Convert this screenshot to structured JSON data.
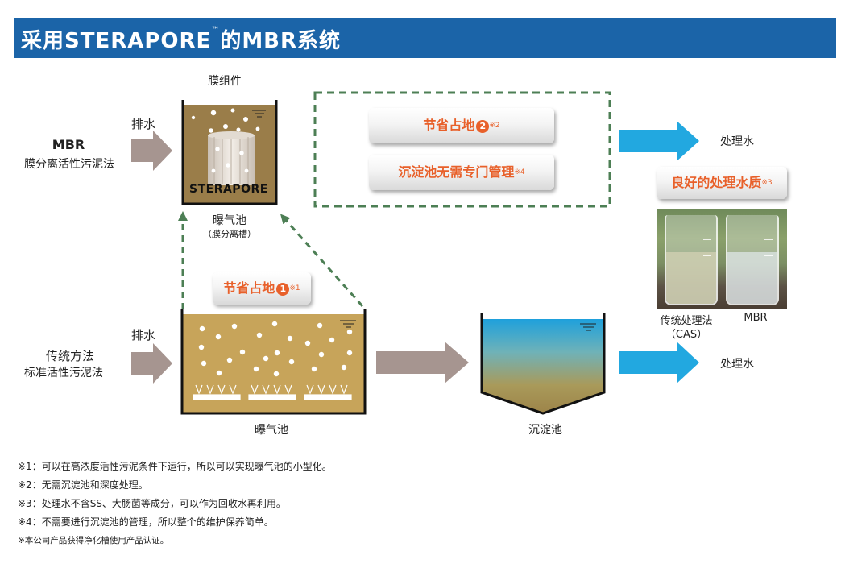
{
  "header": {
    "title": "采用STERAPORE",
    "tm": "™",
    "title_suffix": "的MBR系统"
  },
  "mbr": {
    "label": "MBR",
    "sublabel": "膜分离活性污泥法",
    "inflow": "排水",
    "module_label": "膜组件",
    "module_name": "STERAPORE",
    "tank_label": "曝气池",
    "tank_sublabel": "（膜分离槽）",
    "outflow": "处理水"
  },
  "conventional": {
    "label": "传统方法",
    "sublabel": "标准活性污泥法",
    "inflow": "排水",
    "tank_label": "曝气池",
    "settling_label": "沉淀池",
    "outflow": "处理水"
  },
  "benefits": {
    "space1": {
      "text": "节省占地",
      "num": "1",
      "mark": "※1"
    },
    "space2": {
      "text": "节省占地",
      "num": "2",
      "mark": "※2"
    },
    "no_settling": {
      "text": "沉淀池无需专门管理",
      "mark": "※4"
    },
    "quality": {
      "text": "良好的处理水质",
      "mark": "※3"
    }
  },
  "photo": {
    "label_cas": "传统处理法",
    "label_cas_sub": "（CAS）",
    "label_mbr": "MBR"
  },
  "notes": [
    "※1：可以在高浓度活性污泥条件下运行，所以可以实现曝气池的小型化。",
    "※2：无需沉淀池和深度处理。",
    "※3：处理水不含SS、大肠菌等成分，可以作为回收水再利用。",
    "※4：不需要进行沉淀池的管理，所以整个的维护保养简单。",
    "※本公司产品获得净化槽使用产品认证。"
  ],
  "colors": {
    "header_bg": "#1b64a8",
    "sludge": "#a98a4f",
    "flow_arrow": "#a69590",
    "outflow_arrow": "#22a8e0",
    "accent": "#e8602a",
    "dashed_green": "#4d7f55"
  }
}
